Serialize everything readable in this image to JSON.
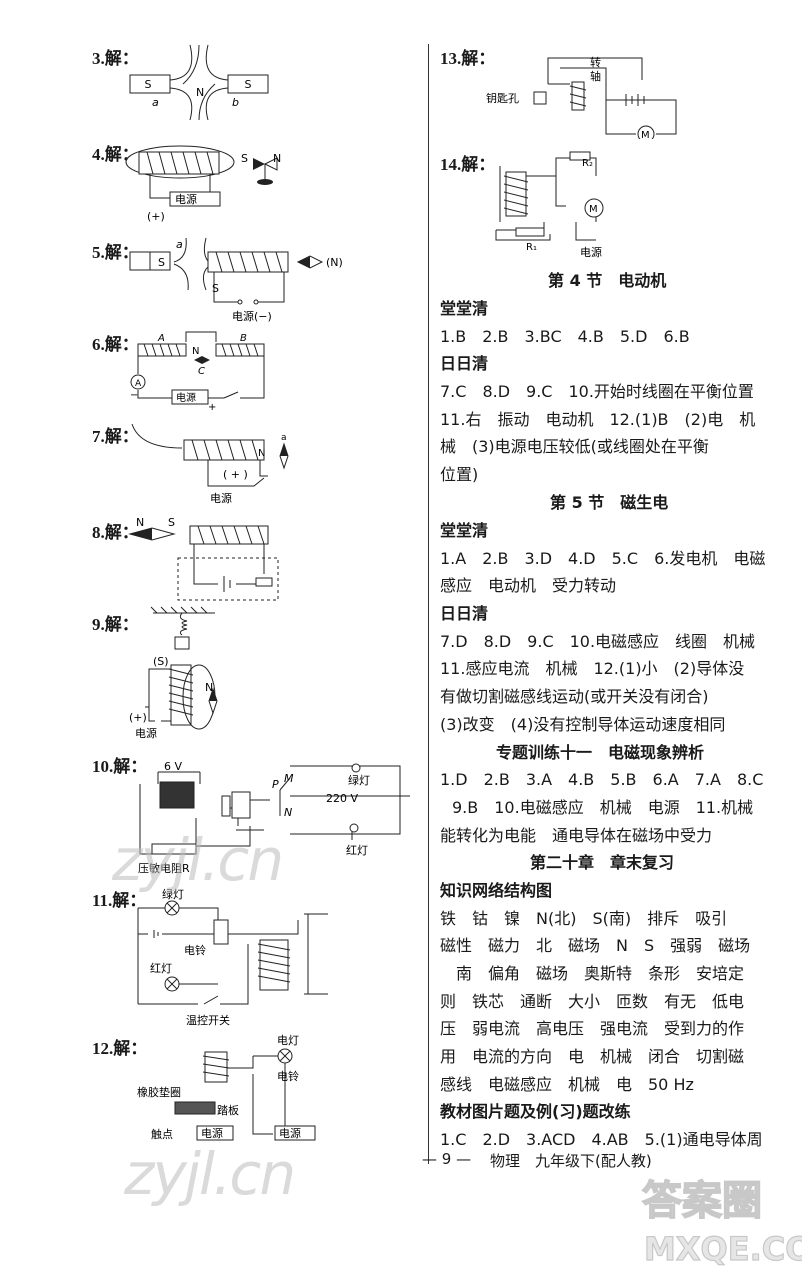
{
  "left_col": {
    "q3": "3.解：",
    "q3_labels": {
      "s1": "S",
      "s2": "S",
      "n": "N",
      "a": "a",
      "b": "b"
    },
    "q4": "4.解：",
    "q4_labels": {
      "s": "S",
      "n": "N",
      "plus": "(+)",
      "power": "电源"
    },
    "q5": "5.解：",
    "q5_labels": {
      "s1": "S",
      "a": "a",
      "s2": "S",
      "n": "(N)",
      "power": "电源(−)"
    },
    "q6": "6.解：",
    "q6_labels": {
      "a": "A",
      "n": "N",
      "b": "B",
      "c": "C",
      "amm": "A",
      "power": "电源",
      "minus": "−",
      "plus": "+"
    },
    "q7": "7.解：",
    "q7_labels": {
      "a": "a",
      "n": "N",
      "plus": "( + )",
      "power": "电源"
    },
    "q8": "8.解：",
    "q8_labels": {
      "n": "N",
      "s": "S"
    },
    "q9": "9.解：",
    "q9_labels": {
      "s": "(S)",
      "n": "N",
      "plus": "(+)",
      "power": "电源"
    },
    "q10": "10.解：",
    "q10_labels": {
      "v": "6 V",
      "p": "P",
      "m": "M",
      "n": "N",
      "green": "绿灯",
      "v220": "220 V",
      "red": "红灯",
      "r": "压敏电阻R"
    },
    "q11": "11.解：",
    "q11_labels": {
      "green": "绿灯",
      "bell": "电铃",
      "red": "红灯",
      "switch": "温控开关"
    },
    "q12": "12.解：",
    "q12_labels": {
      "pad": "橡胶垫圈",
      "board": "踏板",
      "contact": "触点",
      "power1": "电源",
      "light": "电灯",
      "bell": "电铃",
      "power2": "电源"
    }
  },
  "right_col": {
    "q13": "13.解：",
    "q13_labels": {
      "rot1": "转",
      "rot2": "轴",
      "key": "钥匙孔",
      "m": "M"
    },
    "q14": "14.解：",
    "q14_labels": {
      "r2": "R₂",
      "r1": "R₁",
      "m": "M",
      "power": "电源"
    },
    "sec4_title": "第 4 节　电动机",
    "sec4_h1": "堂堂清",
    "sec4_l1": "1.B　2.B　3.BC　4.B　5.D　6.B",
    "sec4_h2": "日日清",
    "sec4_l2": "7.C　8.D　9.C　10.开始时线圈在平衡位置",
    "sec4_l3": "11.右　振动　电动机　12.(1)B　(2)电　机",
    "sec4_l4": "械　(3)电源电压较低(或线圈处在平衡",
    "sec4_l5": "位置)",
    "sec5_title": "第 5 节　磁生电",
    "sec5_h1": "堂堂清",
    "sec5_l1": "1.A　2.B　3.D　4.D　5.C　6.发电机　电磁",
    "sec5_l2": "感应　电动机　受力转动",
    "sec5_h2": "日日清",
    "sec5_l3": "7.D　8.D　9.C　10.电磁感应　线圈　机械",
    "sec5_l4": "11.感应电流　机械　12.(1)小　(2)导体没",
    "sec5_l5": "有做切割磁感线运动(或开关没有闭合)",
    "sec5_l6": "(3)改变　(4)没有控制导体运动速度相同",
    "sp_title": "专题训练十一　电磁现象辨析",
    "sp_l1": "1.D　2.B　3.A　4.B　5.B　6.A　7.A　8.C",
    "sp_l2": "9.B　10.电磁感应　机械　电源　11.机械",
    "sp_l3": "能转化为电能　通电导体在磁场中受力",
    "ch_title": "第二十章　章末复习",
    "ch_h1": "知识网络结构图",
    "ch_l1": "铁　钴　镍　N(北)　S(南)　排斥　吸引",
    "ch_l2": "磁性　磁力　北　磁场　N　S　强弱　磁场",
    "ch_l3": "南　偏角　磁场　奥斯特　条形　安培定",
    "ch_l4": "则　铁芯　通断　大小　匝数　有无　低电",
    "ch_l5": "压　弱电流　高电压　强电流　受到力的作",
    "ch_l6": "用　电流的方向　电　机械　闭合　切割磁",
    "ch_l7": "感线　电磁感应　机械　电　50 Hz",
    "ch_h2": "教材图片题及例(习)题改练",
    "ch_l8": "1.C　2.D　3.ACD　4.AB　5.(1)通电导体周"
  },
  "footer": {
    "page": "— 9 —",
    "subject": "物理　九年级下(配人教)"
  },
  "watermark": {
    "w1": "zyjl.cn",
    "w2": "zyjl.cn",
    "stamp_top": "答案圈",
    "stamp_bottom": "MXQE.COM"
  }
}
